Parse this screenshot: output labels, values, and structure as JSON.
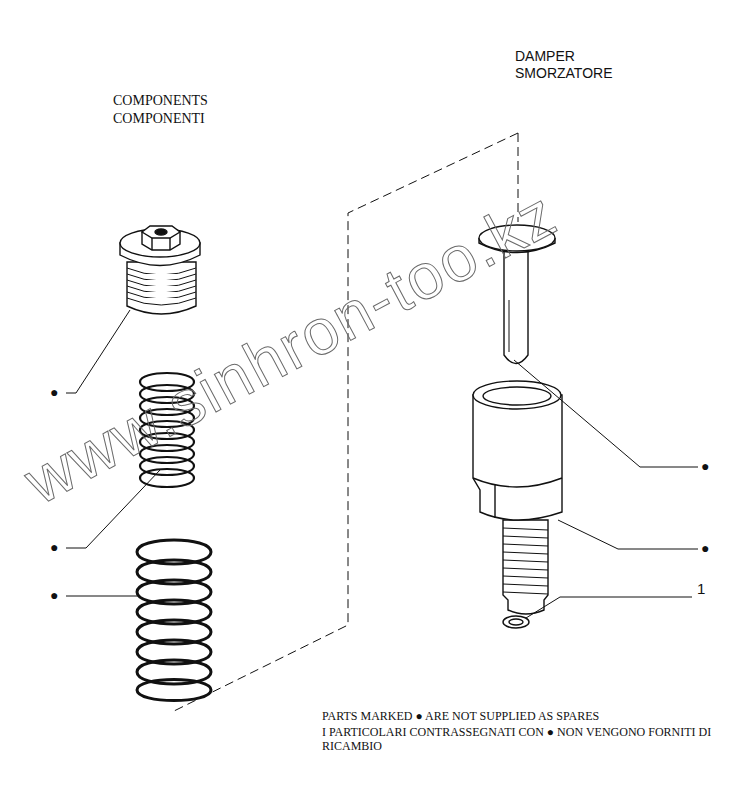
{
  "diagram": {
    "labels": [
      "COMPONENTS",
      "COMPONENTI",
      "DAMPER",
      "SMORZATORE",
      "●",
      "●",
      "●",
      "●",
      "●",
      "1",
      "PARTS MARKED ● ARE NOT SUPPLIED AS SPARES",
      "I PARTICOLARI CONTRASSEGNATI CON ● NON VENGONO FORNITI DI RICAMBIO",
      "www.sinhron-too.kz"
    ]
  }
}
